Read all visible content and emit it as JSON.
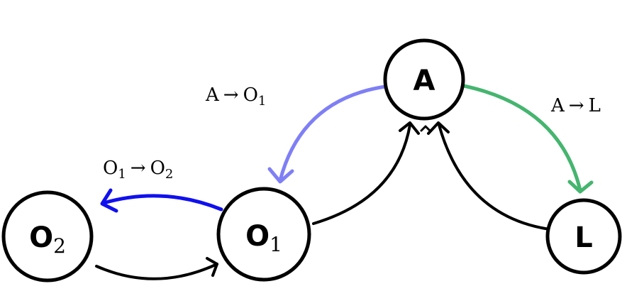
{
  "nodes": {
    "O2": {
      "main": "O",
      "sub": "2"
    },
    "O1": {
      "main": "O",
      "sub": "1"
    },
    "A": {
      "main": "A",
      "sub": ""
    },
    "L": {
      "main": "L",
      "sub": ""
    }
  },
  "labels": {
    "o1_o2": {
      "from": "O",
      "from_sub": "1",
      "arrow": "→",
      "to": "O",
      "to_sub": "2"
    },
    "a_o1": {
      "from": "A",
      "from_sub": "",
      "arrow": "→",
      "to": "O",
      "to_sub": "1"
    },
    "a_l": {
      "from": "A",
      "from_sub": "",
      "arrow": "→",
      "to": "L",
      "to_sub": ""
    }
  },
  "colors": {
    "node_stroke": "#000000",
    "edge_default": "#000000",
    "edge_o1_o2": "#1010ee",
    "edge_a_o1": "#7f7ff5",
    "edge_a_l": "#45b56f",
    "background": "#ffffff"
  }
}
